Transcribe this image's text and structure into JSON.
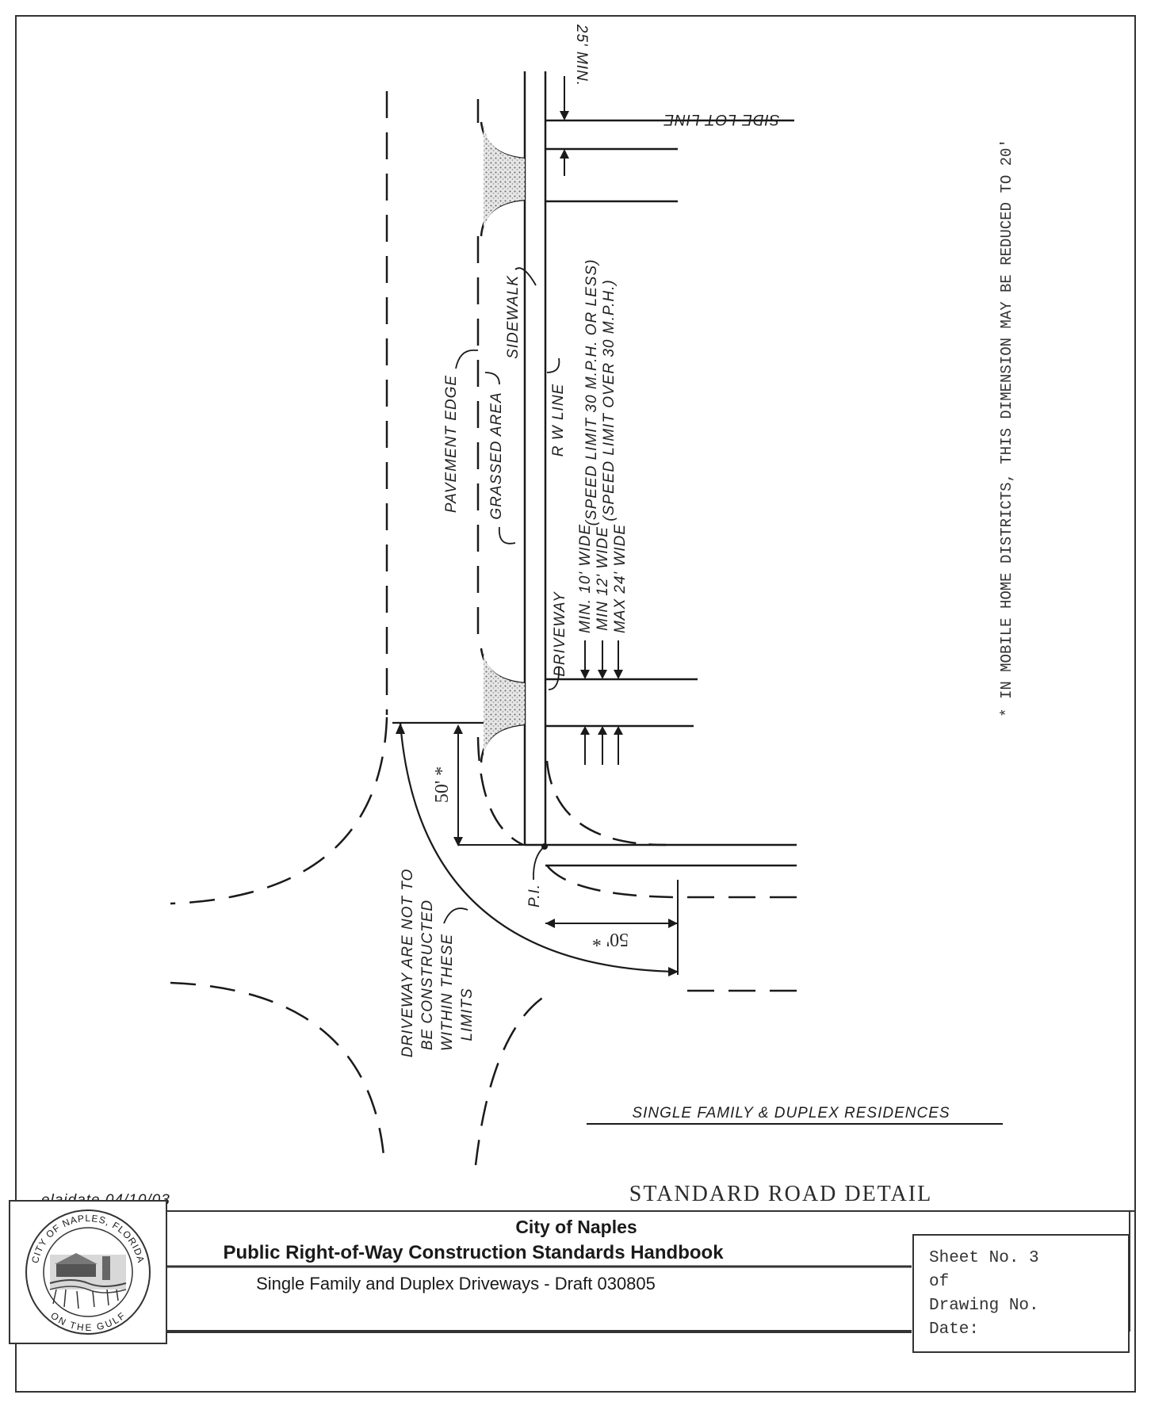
{
  "labels": {
    "side_lot_line": "SIDE LOT LINE",
    "min_25": "25' MIN.",
    "sidewalk": "SIDEWALK",
    "pavement_edge": "PAVEMENT EDGE",
    "grassed_area": "GRASSED AREA",
    "rw_line": "R W LINE",
    "driveway": "DRIVEWAY",
    "min_10_wide": "MIN. 10' WIDE",
    "min_12_wide": "MIN 12' WIDE",
    "max_24_wide": "MAX 24' WIDE",
    "speed_limit_30_or_less": "(SPEED LIMIT 30 M.P.H. OR LESS)",
    "speed_limit_over_30": "(SPEED LIMIT OVER 30 M.P.H.)",
    "dim_50_vertical": "50' *",
    "dim_50_horizontal": "50' *",
    "pi": "P.I.",
    "driveway_limits_1": "DRIVEWAY ARE NOT TO",
    "driveway_limits_2": "BE CONSTRUCTED",
    "driveway_limits_3": "WITHIN THESE",
    "driveway_limits_4": "LIMITS",
    "mobile_home_note": "* IN MOBILE HOME DISTRICTS, THIS DIMENSION MAY BE REDUCED TO 20'",
    "single_family_title": "SINGLE FAMILY & DUPLEX RESIDENCES",
    "standard_road_detail": "STANDARD ROAD DETAIL",
    "update_date": "elaidate 04/10/03"
  },
  "title_block": {
    "city": "City of Naples",
    "handbook": "Public Right-of-Way Construction Standards Handbook",
    "subtitle": "Single Family and Duplex Driveways - Draft 030805",
    "sheet_no": "Sheet No. 3",
    "of": "of",
    "drawing_no": "Drawing No.",
    "date": "Date:"
  },
  "seal": {
    "top": "CITY OF NAPLES, FLORIDA",
    "bottom": "ON THE GULF"
  }
}
